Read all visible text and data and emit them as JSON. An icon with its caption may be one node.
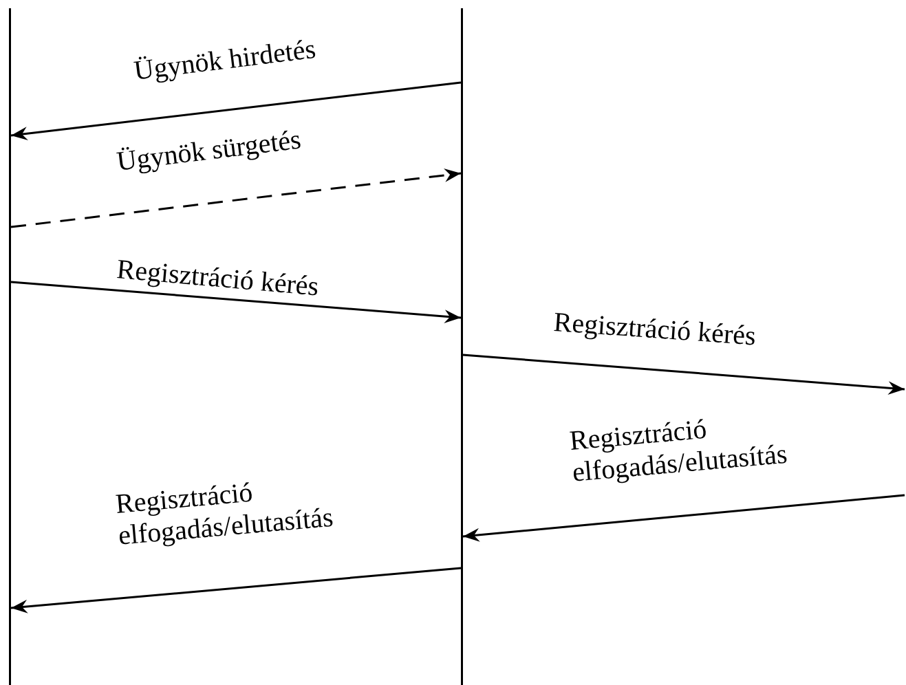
{
  "diagram": {
    "nodes": [
      {
        "text": [],
        "shape": "bar"
      },
      {
        "text": [],
        "shape": "bar"
      }
    ],
    "edges": [
      {
        "from": 1,
        "to": 0,
        "arrow": "to",
        "label": "Ügynök hirdetés"
      },
      {
        "from": 0,
        "to": 1,
        "arrow": "to",
        "label": "Ügynök sürgetés",
        "style": "dashed"
      },
      {
        "from": 0,
        "to": 1,
        "arrow": "to",
        "label": "Regisztráció kérés"
      },
      {
        "from": 1,
        "to": null,
        "arrow": "to",
        "label": "Regisztráció kérés"
      },
      {
        "from": null,
        "to": 1,
        "arrow": "to",
        "label": "Regisztráció elfogadás/elutasítás"
      },
      {
        "from": 1,
        "to": 0,
        "arrow": "to",
        "label": "Regisztráció elfogadás/elutasítás"
      }
    ]
  }
}
